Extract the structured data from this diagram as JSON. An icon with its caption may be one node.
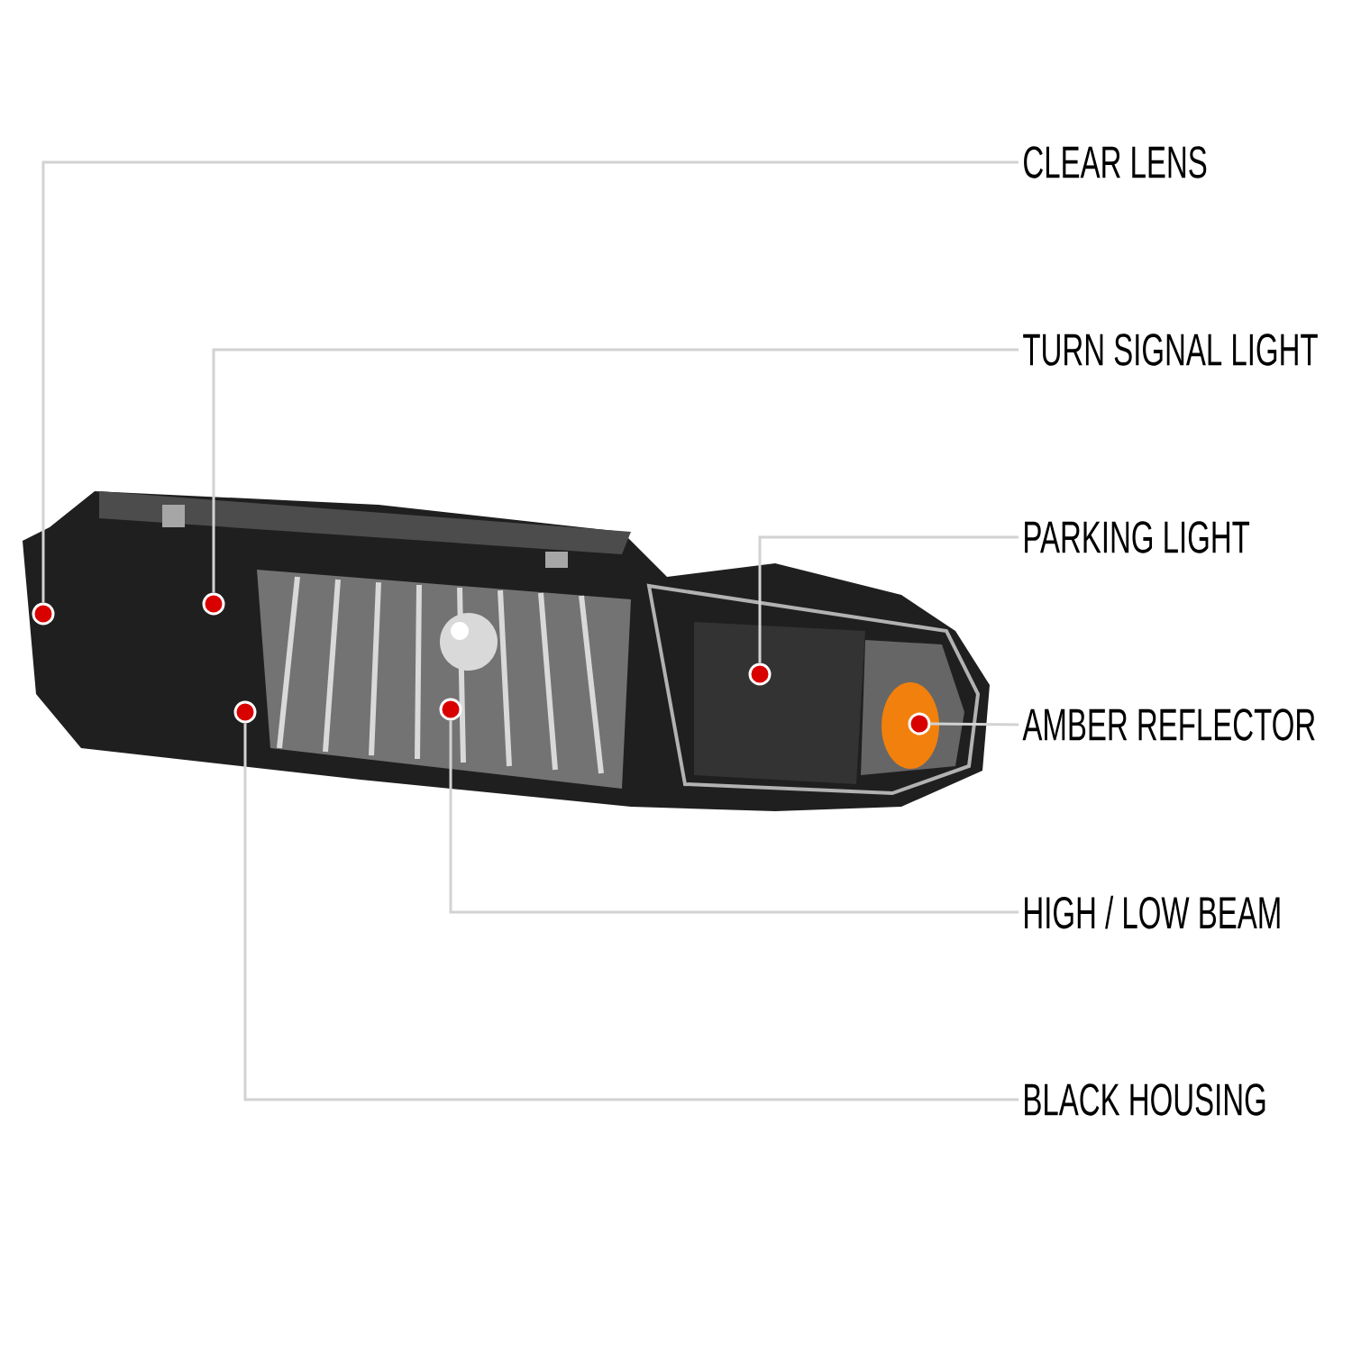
{
  "diagram": {
    "nodes": [
      {
        "text": [
          "CLEAR LENS"
        ]
      },
      {
        "text": [
          "TURN SIGNAL LIGHT"
        ]
      },
      {
        "text": [
          "PARKING LIGHT"
        ]
      },
      {
        "text": [
          "AMBER REFLECTOR"
        ]
      },
      {
        "text": [
          "HIGH / LOW BEAM"
        ]
      },
      {
        "text": [
          "BLACK HOUSING"
        ]
      },
      {
        "text": [],
        "shape": "circle"
      },
      {
        "text": [],
        "shape": "circle"
      },
      {
        "text": [],
        "shape": "circle"
      },
      {
        "text": [],
        "shape": "circle"
      },
      {
        "text": [],
        "shape": "circle"
      },
      {
        "text": [],
        "shape": "circle"
      }
    ],
    "edges": [
      {
        "from": 0,
        "to": 6,
        "arrow": "none"
      },
      {
        "from": 1,
        "to": 7,
        "arrow": "none"
      },
      {
        "from": 2,
        "to": 10,
        "arrow": "none"
      },
      {
        "from": 3,
        "to": 11,
        "arrow": "none"
      },
      {
        "from": 4,
        "to": 9,
        "arrow": "none"
      },
      {
        "from": 5,
        "to": 8,
        "arrow": "none"
      }
    ]
  }
}
